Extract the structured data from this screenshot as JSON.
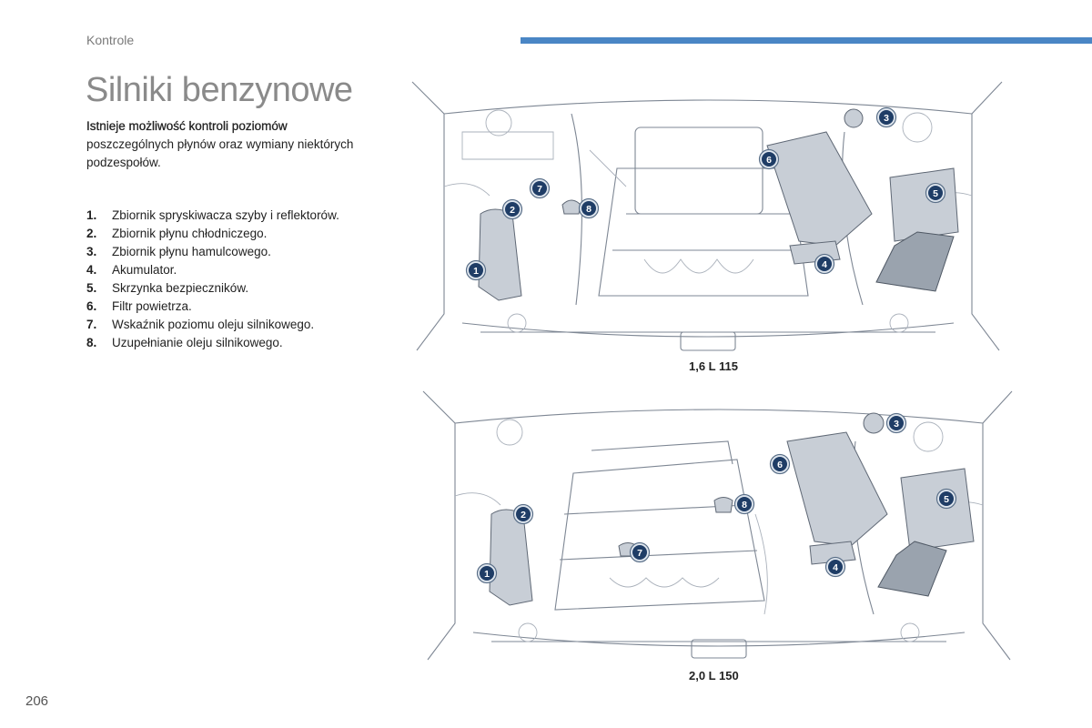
{
  "header": {
    "section": "Kontrole",
    "accent_color": "#4a86c5"
  },
  "title": "Silniki benzynowe",
  "intro": {
    "bold": "Istnieje możliwość kontroli poziomów",
    "rest": "poszczególnych płynów oraz wymiany niektórych podzespołów."
  },
  "legend": [
    {
      "num": "1.",
      "text": "Zbiornik spryskiwacza szyby i reflektorów."
    },
    {
      "num": "2.",
      "text": "Zbiornik płynu chłodniczego."
    },
    {
      "num": "3.",
      "text": "Zbiornik płynu hamulcowego."
    },
    {
      "num": "4.",
      "text": "Akumulator."
    },
    {
      "num": "5.",
      "text": "Skrzynka bezpieczników."
    },
    {
      "num": "6.",
      "text": "Filtr powietrza."
    },
    {
      "num": "7.",
      "text": "Wskaźnik poziomu oleju silnikowego."
    },
    {
      "num": "8.",
      "text": "Uzupełnianie oleju silnikowego."
    }
  ],
  "diagrams": [
    {
      "caption": "1,6 L 115",
      "badges": [
        "1",
        "2",
        "3",
        "4",
        "5",
        "6",
        "7",
        "8"
      ]
    },
    {
      "caption": "2,0 L 150",
      "badges": [
        "1",
        "2",
        "3",
        "4",
        "5",
        "6",
        "7",
        "8"
      ]
    }
  ],
  "page_number": "206"
}
